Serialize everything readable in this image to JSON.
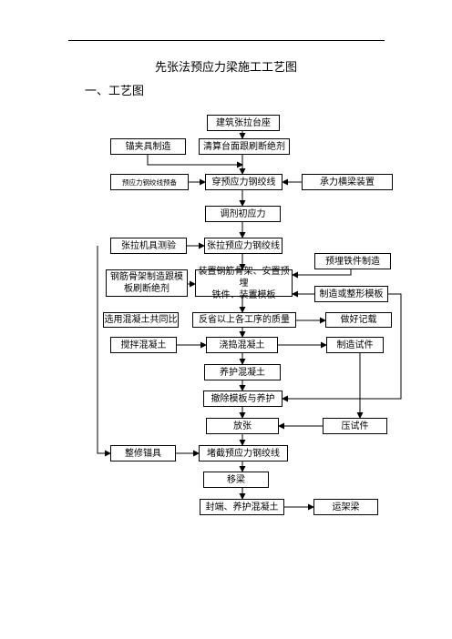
{
  "title": "先张法预应力梁施工工艺图",
  "section": "一、工艺图",
  "nodes": {
    "n1": "建筑张拉台座",
    "n2": "锚夹具制造",
    "n3": "清算台面跟刷断绝剂",
    "n4": "预应力钢绞线预备",
    "n5": "穿预应力钢绞线",
    "n6": "承力横梁装置",
    "n7": "调剂初应力",
    "n8": "张拉机具测验",
    "n9": "张拉预应力钢绞线",
    "n10": "预埋铁件制造",
    "n11": "钢筋骨架制造跟模\n板刷断绝剂",
    "n12": "装置钢筋骨架、安置预埋\n铁件、装置模板",
    "n13": "制造或整形模板",
    "n14": "选用混凝土共同比",
    "n15": "反省以上各工序的质量",
    "n16": "做好记载",
    "n17": "搅拌混凝土",
    "n18": "浇捣混凝土",
    "n19": "制造试件",
    "n20": "养护混凝土",
    "n21": "撤除模板与养护",
    "n22": "放张",
    "n23": "压试件",
    "n24": "整修锚具",
    "n25": "堵截预应力钢绞线",
    "n26": "移梁",
    "n27": "封端、养护混凝土",
    "n28": "运架梁"
  }
}
